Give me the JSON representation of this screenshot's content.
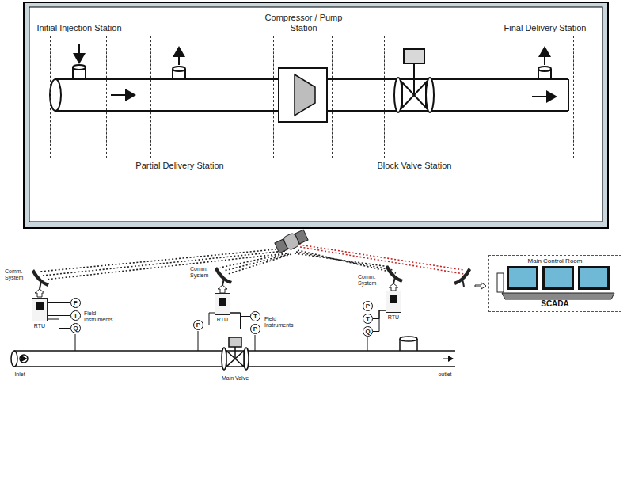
{
  "diagram": {
    "nodes": [
      {
        "text": [
          "Initial Injection Station"
        ]
      },
      {
        "text": [
          "Partial Delivery Station"
        ]
      },
      {
        "text": [
          "Compressor / Pump Station"
        ]
      },
      {
        "text": [
          "Block Valve Station"
        ]
      },
      {
        "text": [
          "Final Delivery Station"
        ]
      },
      {
        "text": [
          "Main Control Room",
          "SCADA"
        ]
      },
      {
        "text": [
          "RTU"
        ]
      },
      {
        "text": [
          "P"
        ]
      },
      {
        "text": [
          "T"
        ]
      },
      {
        "text": [
          "Q"
        ]
      },
      {
        "text": [
          "RTU"
        ]
      },
      {
        "text": [
          "P"
        ]
      },
      {
        "text": [
          "T"
        ]
      },
      {
        "text": [
          "P"
        ]
      },
      {
        "text": [
          "RTU"
        ]
      },
      {
        "text": [
          "P"
        ]
      },
      {
        "text": [
          "T"
        ]
      },
      {
        "text": [
          "Q"
        ]
      }
    ],
    "edges": [
      {
        "from": 7,
        "to": 6,
        "arrow": "none"
      },
      {
        "from": 8,
        "to": 6,
        "arrow": "none"
      },
      {
        "from": 9,
        "to": 6,
        "arrow": "none"
      },
      {
        "from": 11,
        "to": 10,
        "arrow": "none"
      },
      {
        "from": 12,
        "to": 10,
        "arrow": "none"
      },
      {
        "from": 13,
        "to": 10,
        "arrow": "none"
      },
      {
        "from": 15,
        "to": 14,
        "arrow": "none"
      },
      {
        "from": 16,
        "to": 14,
        "arrow": "none"
      },
      {
        "from": 17,
        "to": 14,
        "arrow": "none"
      }
    ],
    "labels": [
      "Comm. System",
      "Comm. System",
      "Comm. System",
      "Field Instruments",
      "Field Instruments",
      "Inlet",
      "Main Valve",
      "outlet"
    ]
  }
}
